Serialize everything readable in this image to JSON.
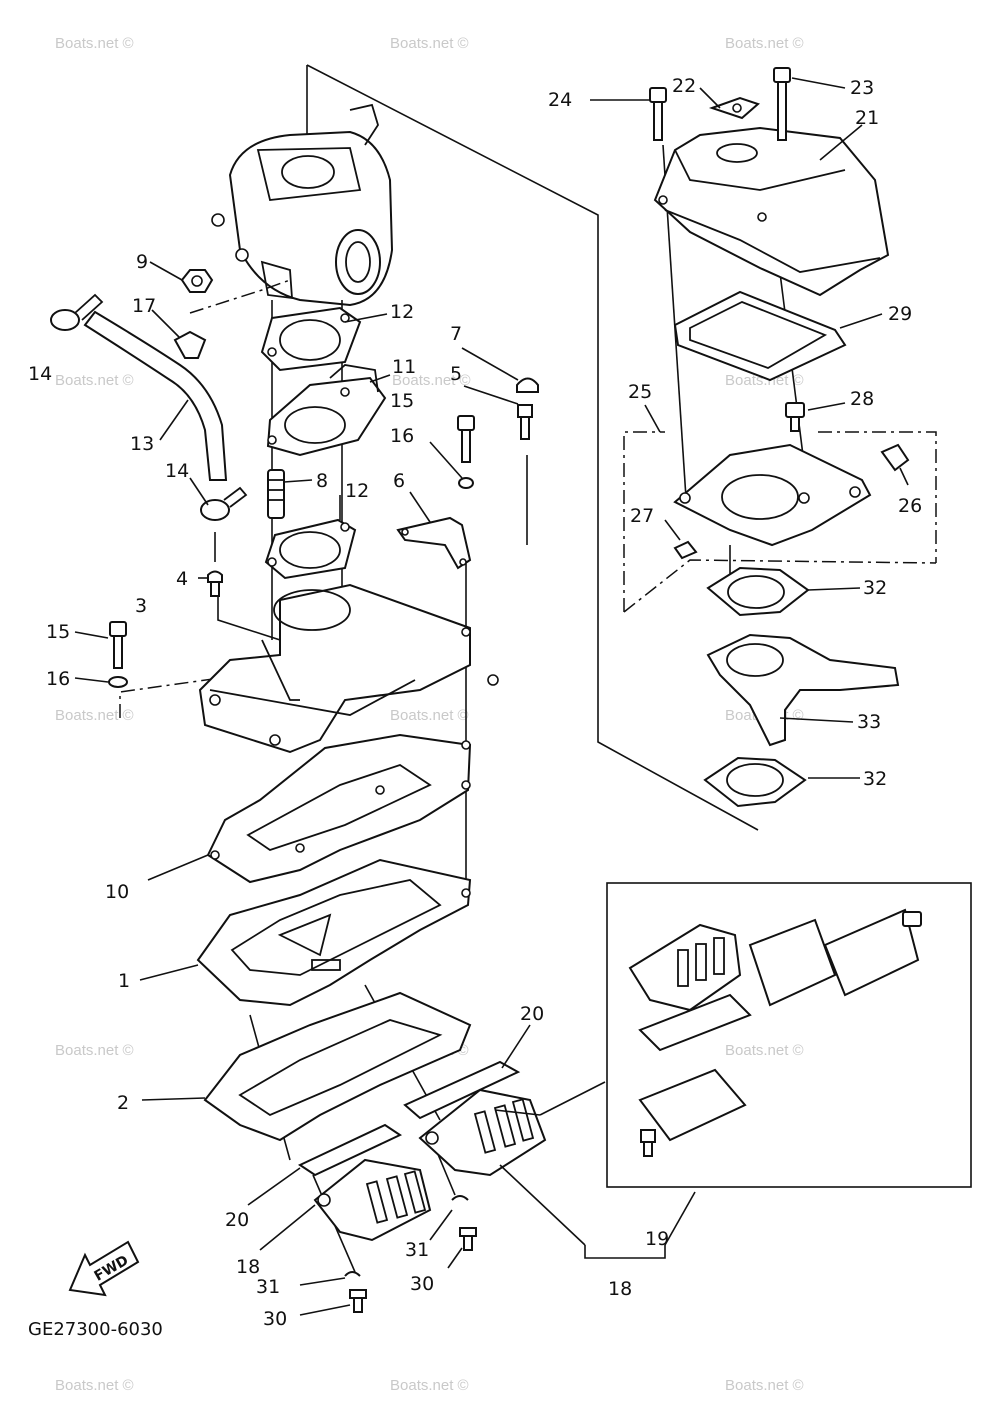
{
  "diagram": {
    "code": "GE27300-6030",
    "watermark": "Boats.net ©",
    "fwd_label": "FWD",
    "callouts": {
      "c1": "1",
      "c2": "2",
      "c3": "3",
      "c4": "4",
      "c5": "5",
      "c6": "6",
      "c7": "7",
      "c8": "8",
      "c9": "9",
      "c10": "10",
      "c11": "11",
      "c12a": "12",
      "c12b": "12",
      "c13": "13",
      "c14a": "14",
      "c14b": "14",
      "c15a": "15",
      "c15b": "15",
      "c16a": "16",
      "c16b": "16",
      "c17": "17",
      "c18a": "18",
      "c18b": "18",
      "c19": "19",
      "c20a": "20",
      "c20b": "20",
      "c21": "21",
      "c22": "22",
      "c23": "23",
      "c24": "24",
      "c25": "25",
      "c26": "26",
      "c27": "27",
      "c28": "28",
      "c29": "29",
      "c30a": "30",
      "c30b": "30",
      "c31a": "31",
      "c31b": "31",
      "c32a": "32",
      "c32b": "32",
      "c33": "33"
    }
  }
}
